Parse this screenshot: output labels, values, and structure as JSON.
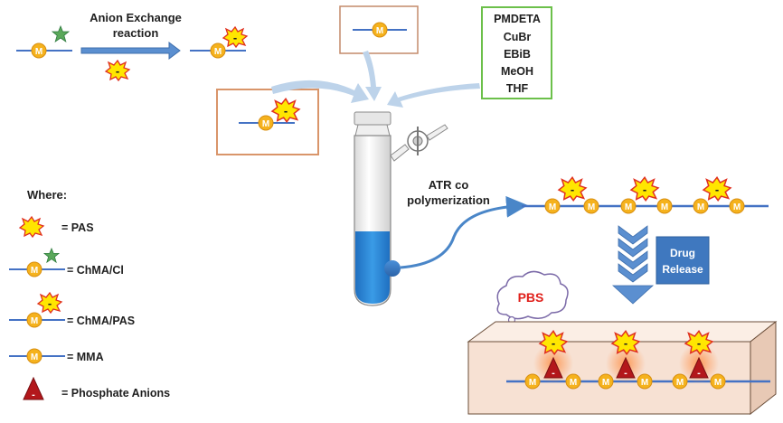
{
  "diagram": {
    "step1_label_line1": "Anion Exchange",
    "step1_label_line2": "reaction",
    "reagents": [
      "PMDETA",
      "CuBr",
      "EBiB",
      "MeOH",
      "THF"
    ],
    "atr_label_line1": "ATR co",
    "atr_label_line2": "polymerization",
    "drug_release_line1": "Drug",
    "drug_release_line2": "Release",
    "pbs_label": "PBS",
    "monomer_letter": "M",
    "minus_sign": "-",
    "where_label": "Where:",
    "legend": [
      {
        "symbol": "pas",
        "text": "= PAS"
      },
      {
        "symbol": "chma-cl",
        "text": "= ChMA/Cl"
      },
      {
        "symbol": "chma-pas",
        "text": "= ChMA/PAS"
      },
      {
        "symbol": "mma",
        "text": "= MMA"
      },
      {
        "symbol": "phosphate",
        "text": "= Phosphate Anions"
      }
    ],
    "colors": {
      "chain": "#4472c4",
      "monomer": "#f5b21d",
      "star_burst": "#ffe600",
      "star_burst_edge": "#e03020",
      "arrow": "#5b8fd0",
      "liquid": "#2f86d6",
      "reagent_box": "#6cc04a",
      "orange_box": "#d9956a",
      "block": "#f7e1d3",
      "phosphate": "#b3171b"
    }
  }
}
